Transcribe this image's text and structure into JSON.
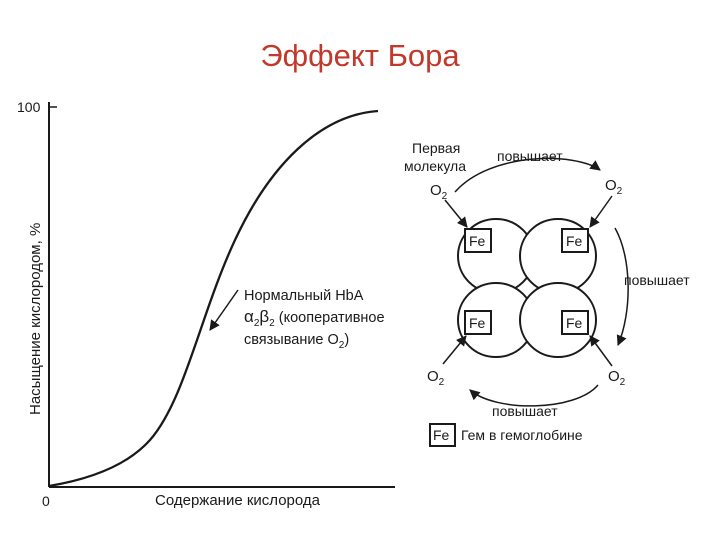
{
  "slide": {
    "title": "Эффект Бора",
    "title_color": "#c0392b"
  },
  "graph": {
    "y_axis_label": "Насыщение кислородом, %",
    "x_axis_label": "Содержание кислорода",
    "y_max_tick": "100",
    "origin_tick": "0",
    "curve_annotation": {
      "line1": "Нормальный HbA",
      "alpha": "α",
      "sub2a": "2",
      "beta": "β",
      "sub2b": "2",
      "rest": " (кооперативное",
      "line3_pre": "связывание O",
      "line3_sub": "2",
      "line3_post": ")"
    }
  },
  "hemoglobin": {
    "first_molecule_line1": "Первая",
    "first_molecule_line2": "молекула",
    "o2": "O",
    "o2_sub": "2",
    "increases": "повышает",
    "fe": "Fe",
    "legend": "Гем в гемоглобине"
  }
}
